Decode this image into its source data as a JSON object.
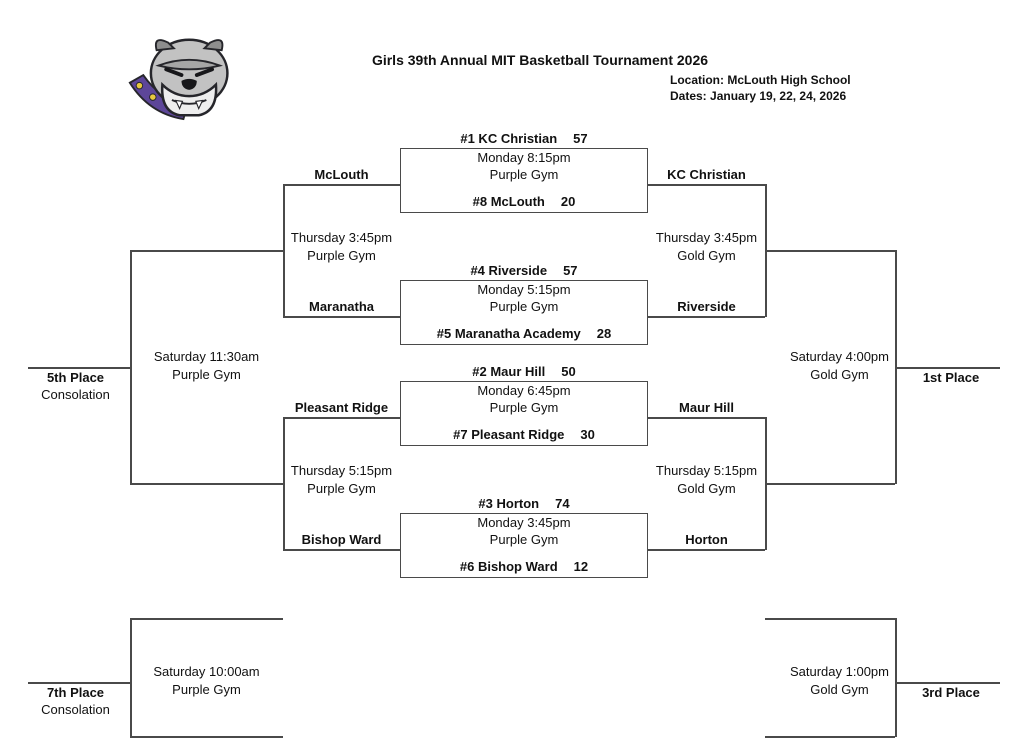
{
  "header": {
    "title": "Girls 39th Annual MIT Basketball Tournament 2026",
    "location": "Location: McLouth High School",
    "dates": "Dates: January 19, 22, 24, 2026",
    "logo": "bulldog-mascot"
  },
  "games": {
    "g1": {
      "top_team": "#1 KC Christian",
      "top_score": "57",
      "time": "Monday 8:15pm",
      "gym": "Purple Gym",
      "bottom_team": "#8 McLouth",
      "bottom_score": "20"
    },
    "g2": {
      "top_team": "#4 Riverside",
      "top_score": "57",
      "time": "Monday 5:15pm",
      "gym": "Purple Gym",
      "bottom_team": "#5 Maranatha Academy",
      "bottom_score": "28"
    },
    "g3": {
      "top_team": "#2 Maur Hill",
      "top_score": "50",
      "time": "Monday 6:45pm",
      "gym": "Purple Gym",
      "bottom_team": "#7 Pleasant Ridge",
      "bottom_score": "30"
    },
    "g4": {
      "top_team": "#3 Horton",
      "top_score": "74",
      "time": "Monday 3:45pm",
      "gym": "Purple Gym",
      "bottom_team": "#6 Bishop Ward",
      "bottom_score": "12"
    }
  },
  "advancers": {
    "g1_left": "McLouth",
    "g1_right": "KC Christian",
    "g2_left": "Maranatha",
    "g2_right": "Riverside",
    "g3_left": "Pleasant Ridge",
    "g3_right": "Maur Hill",
    "g4_left": "Bishop Ward",
    "g4_right": "Horton"
  },
  "semifinals": {
    "consolation_top": {
      "time": "Thursday 3:45pm",
      "gym": "Purple Gym"
    },
    "winners_top": {
      "time": "Thursday 3:45pm",
      "gym": "Gold Gym"
    },
    "consolation_bottom": {
      "time": "Thursday 5:15pm",
      "gym": "Purple Gym"
    },
    "winners_bottom": {
      "time": "Thursday 5:15pm",
      "gym": "Gold Gym"
    }
  },
  "finals": {
    "fifth": {
      "time": "Saturday 11:30am",
      "gym": "Purple Gym",
      "place": "5th Place",
      "note": "Consolation"
    },
    "first": {
      "time": "Saturday 4:00pm",
      "gym": "Gold Gym",
      "place": "1st Place"
    },
    "seventh": {
      "time": "Saturday 10:00am",
      "gym": "Purple Gym",
      "place": "7th Place",
      "note": "Consolation"
    },
    "third": {
      "time": "Saturday 1:00pm",
      "gym": "Gold Gym",
      "place": "3rd Place"
    }
  }
}
